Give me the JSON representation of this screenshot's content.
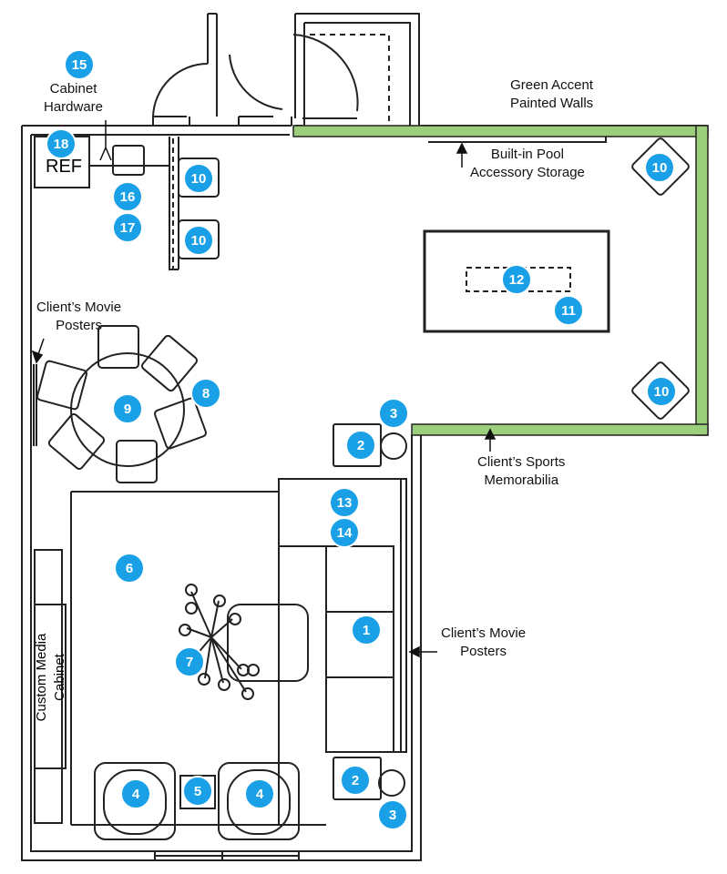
{
  "labels": {
    "cabinet_hardware": [
      "Cabinet",
      "Hardware"
    ],
    "green_accent": [
      "Green Accent",
      "Painted Walls"
    ],
    "pool_storage": [
      "Built-in Pool",
      "Accessory Storage"
    ],
    "movie_posters_left": [
      "Client’s Movie",
      "Posters"
    ],
    "movie_posters_right": [
      "Client’s Movie",
      "Posters"
    ],
    "sports_memorabilia": [
      "Client’s Sports",
      "Memorabilia"
    ],
    "media_cabinet": [
      "Custom Media",
      "Cabinet"
    ],
    "ref": "REF"
  },
  "badges": [
    "15",
    "18",
    "16",
    "17",
    "10",
    "10",
    "10",
    "10",
    "12",
    "11",
    "9",
    "8",
    "3",
    "2",
    "13",
    "14",
    "6",
    "1",
    "7",
    "4",
    "5",
    "4",
    "2",
    "3"
  ],
  "colors": {
    "badge": "#1aa0e6",
    "accent_wall": "#9ccf7c",
    "wall": "#222222"
  }
}
